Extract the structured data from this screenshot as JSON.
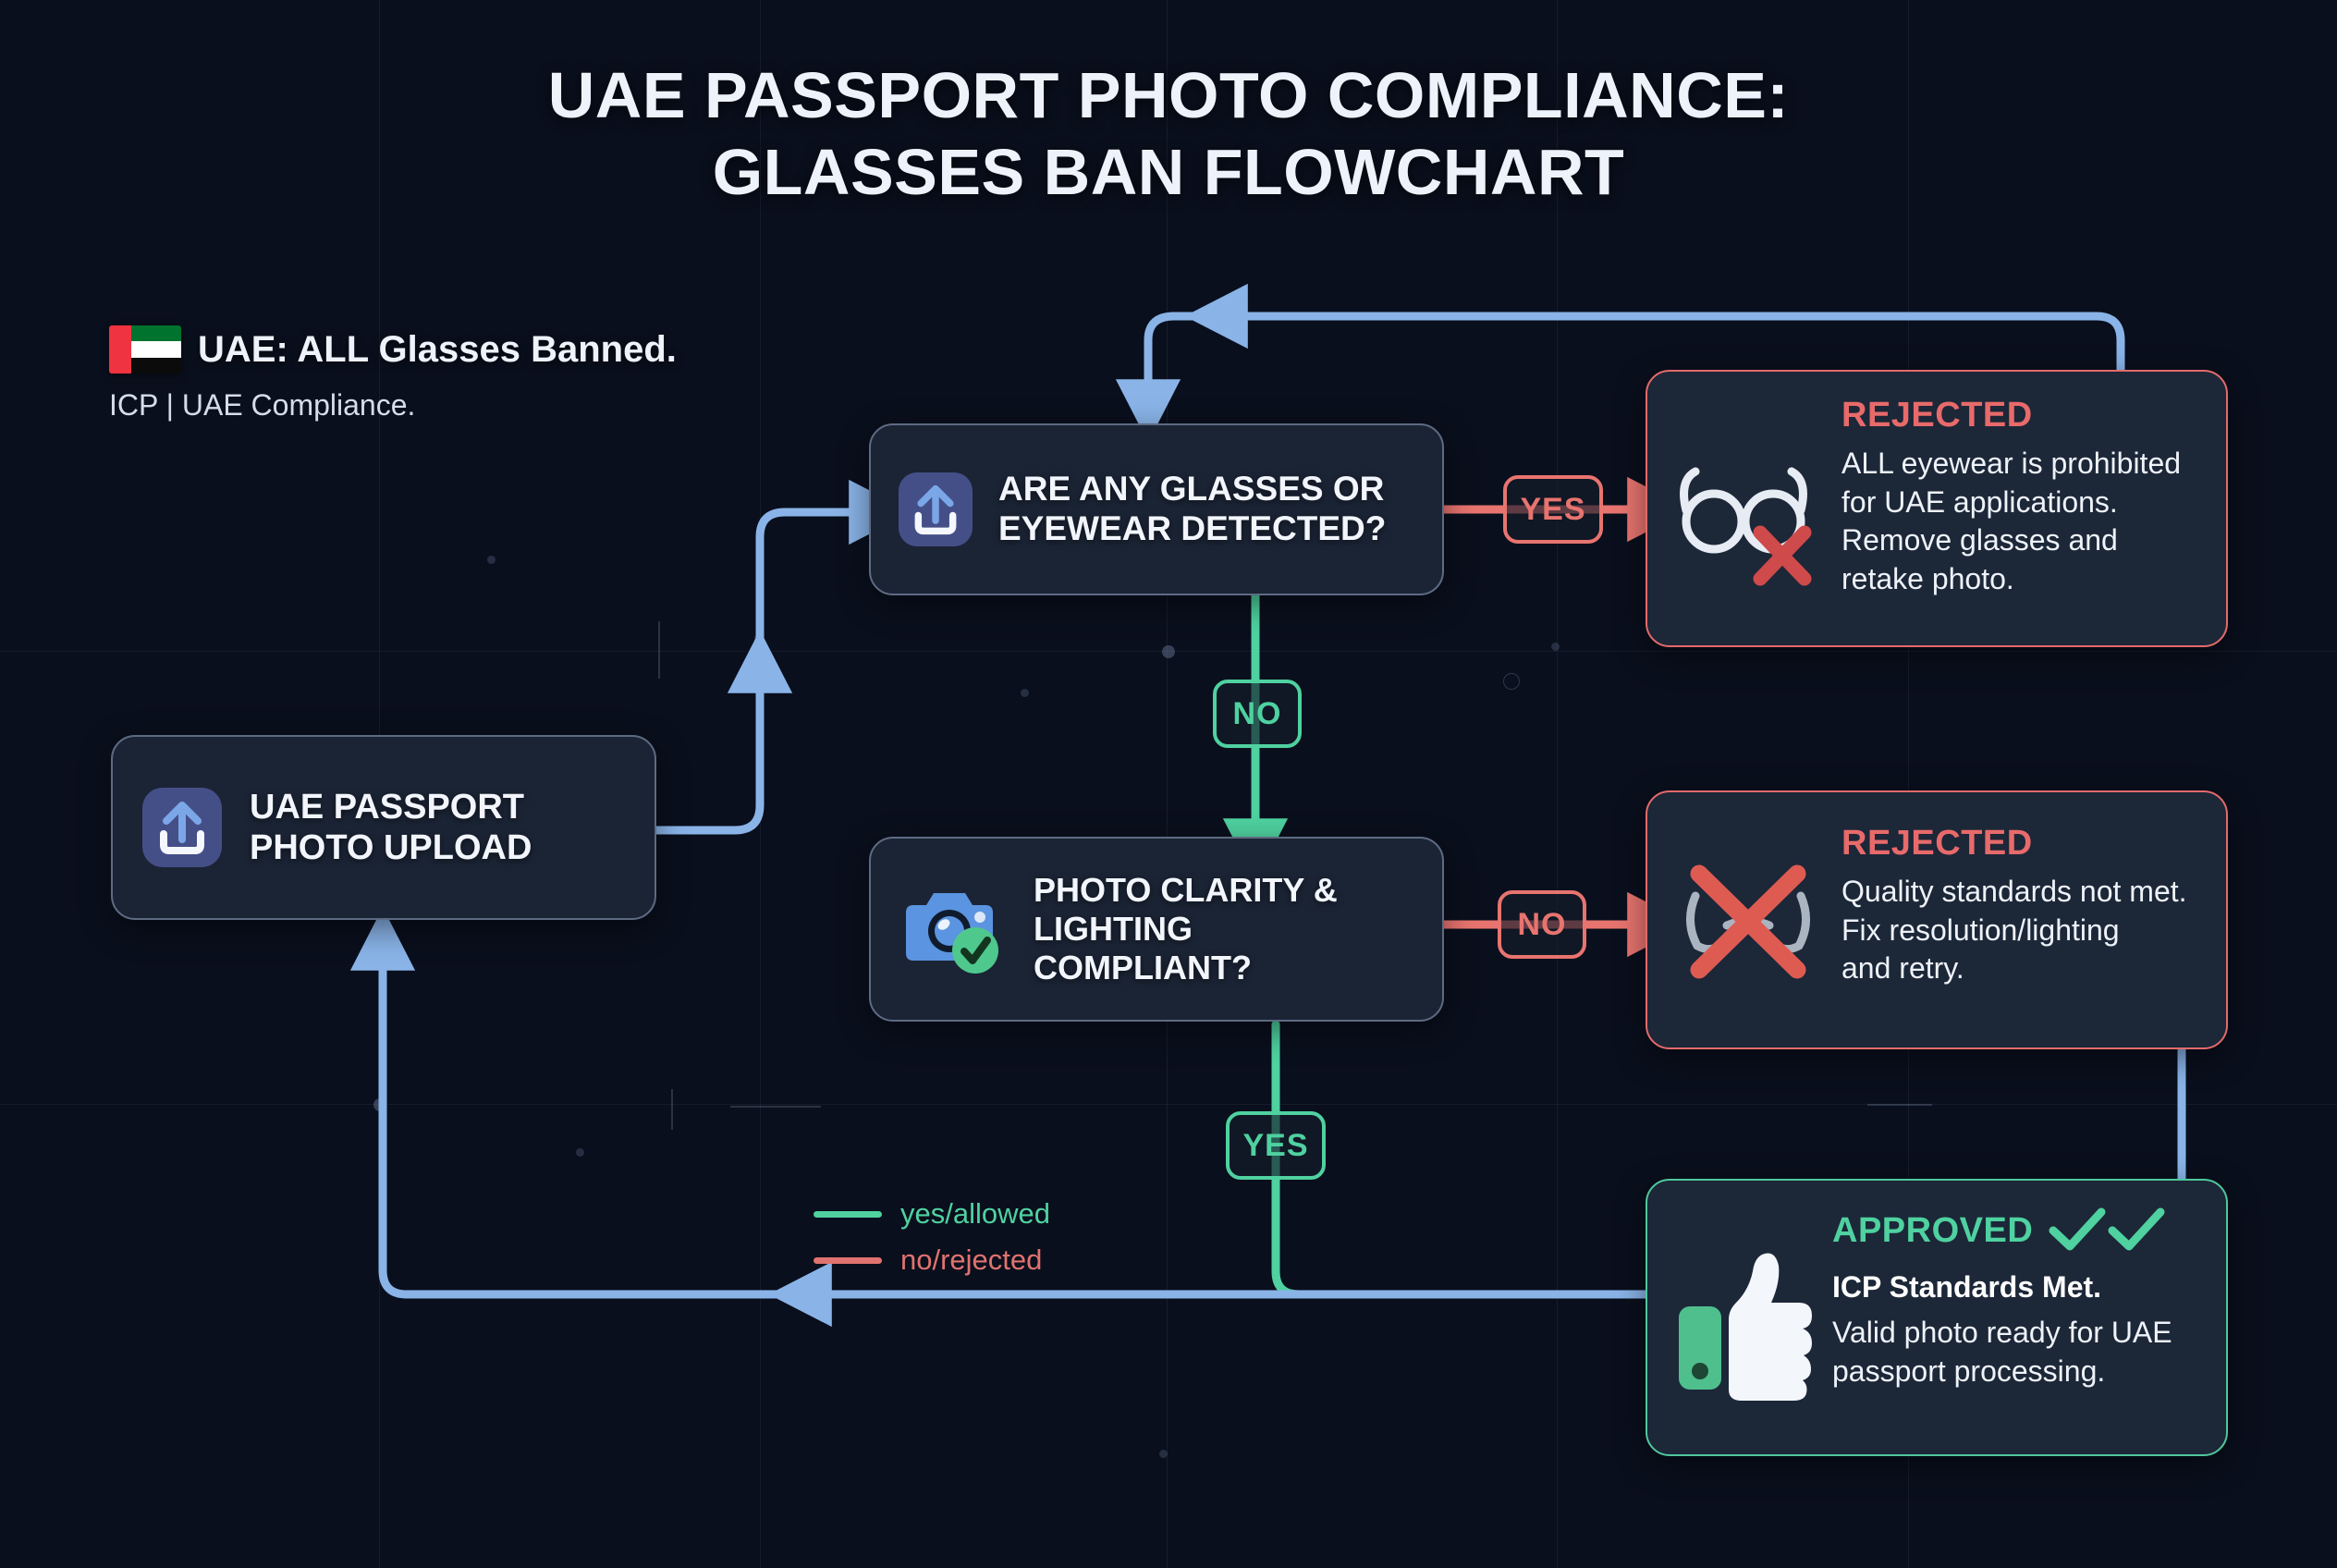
{
  "title": {
    "line1": "UAE PASSPORT PHOTO COMPLIANCE:",
    "line2": "GLASSES BAN FLOWCHART"
  },
  "legend_header": {
    "flag": "uae-flag-icon",
    "headline": "UAE: ALL Glasses Banned.",
    "subline": "ICP | UAE Compliance."
  },
  "nodes": [
    {
      "id": "upload",
      "label_line1": "UAE PASSPORT",
      "label_line2": "PHOTO UPLOAD",
      "icon": "upload-icon"
    },
    {
      "id": "glasses_check",
      "label_line1": "ARE ANY GLASSES OR",
      "label_line2": "EYEWEAR DETECTED?",
      "icon": "upload-icon"
    },
    {
      "id": "clarity_check",
      "label_line1": "PHOTO CLARITY &",
      "label_line2": "LIGHTING",
      "label_line3": "COMPLIANT?",
      "icon": "camera-check-icon"
    }
  ],
  "badges": [
    {
      "id": "glasses_yes",
      "text": "YES",
      "color": "#e8746f"
    },
    {
      "id": "glasses_no",
      "text": "NO",
      "color": "#4fd1a0"
    },
    {
      "id": "clarity_no",
      "text": "NO",
      "color": "#e8746f"
    },
    {
      "id": "clarity_yes",
      "text": "YES",
      "color": "#4fd1a0"
    }
  ],
  "outcomes": [
    {
      "id": "rejected_eyewear",
      "status": "REJECTED",
      "icon": "glasses-crossed-icon",
      "desc_line1": "ALL eyewear is prohibited",
      "desc_line2": "for UAE applications.",
      "desc_line3": "Remove glasses and",
      "desc_line4": "retake photo."
    },
    {
      "id": "rejected_quality",
      "status": "REJECTED",
      "icon": "big-red-x-icon",
      "desc_line1": "Quality standards not met.",
      "desc_line2": "Fix resolution/lighting",
      "desc_line3": "and retry.",
      "desc_line4": ""
    },
    {
      "id": "approved",
      "status": "APPROVED",
      "icon": "thumbs-up-icon",
      "checks": "double-check-icon",
      "strong": "ICP Standards Met.",
      "desc_line1": "Valid photo ready for UAE",
      "desc_line2": "passport processing.",
      "desc_line3": "",
      "desc_line4": ""
    }
  ],
  "key_legend": [
    {
      "label": "yes/allowed",
      "color": "#4fd1a0"
    },
    {
      "label": "no/rejected",
      "color": "#e0736f"
    }
  ],
  "colors": {
    "background": "#0a0f1d",
    "node_fill": "#1b2435",
    "node_border": "#5d6b82",
    "flow_blue": "#8ab4e8",
    "flow_green": "#4fd1a0",
    "flow_red": "#e8746f",
    "approved_green": "#4fd1a0",
    "rejected_red": "#e86a6a",
    "title_text": "#eef2fa"
  }
}
